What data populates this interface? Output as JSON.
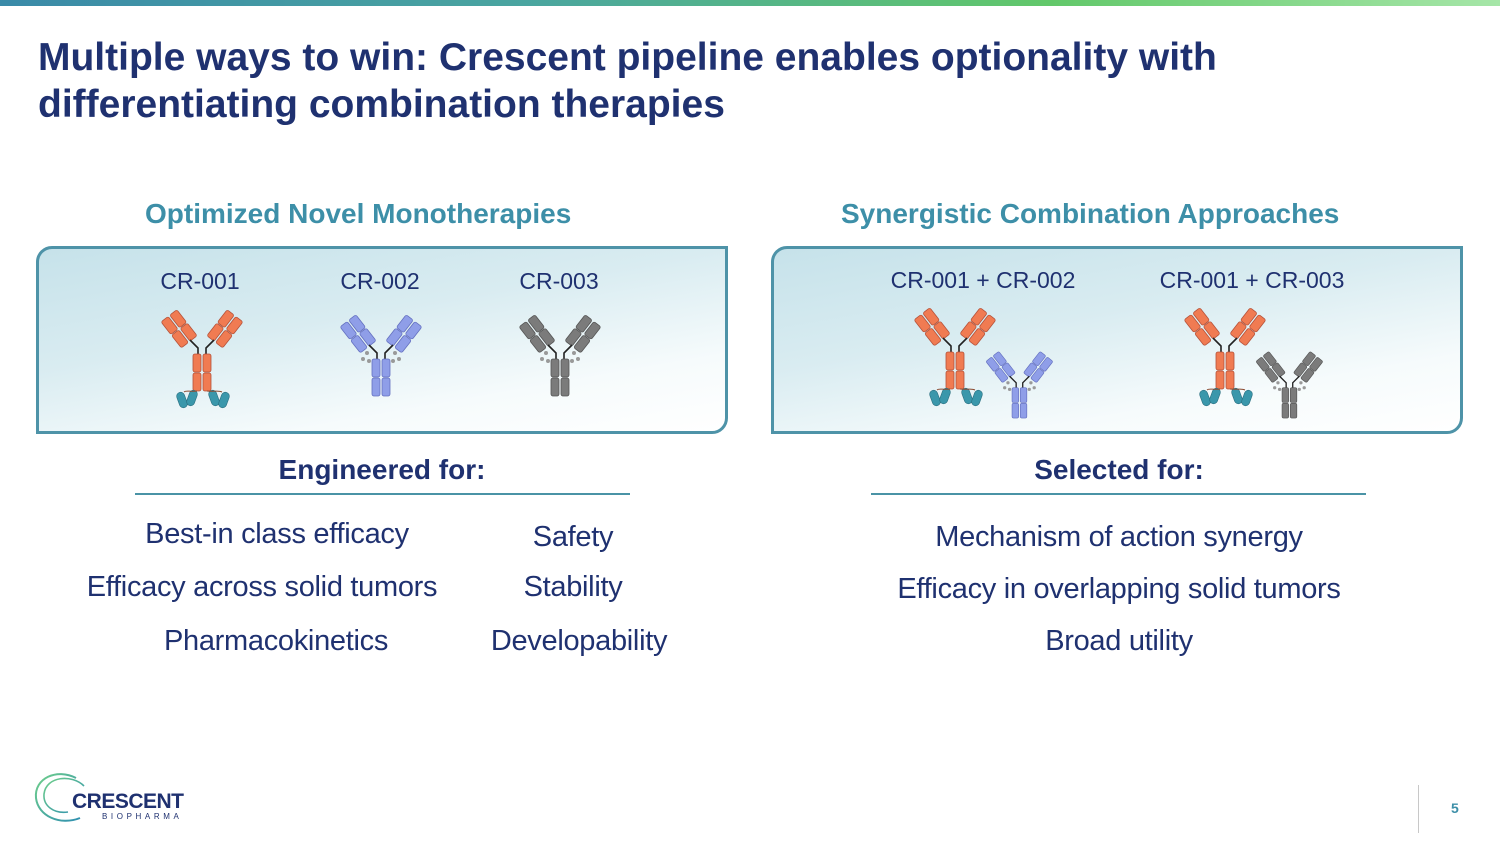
{
  "slide": {
    "title": "Multiple ways to win: Crescent pipeline enables optionality with differentiating combination therapies",
    "page_number": "5"
  },
  "colors": {
    "navy": "#1f3170",
    "teal": "#3d8fa8",
    "orange": "#f07b52",
    "periwinkle": "#8f9ee8",
    "gray": "#7b7b7b",
    "domain_teal": "#3a97ab"
  },
  "left": {
    "heading": "Optimized Novel Monotherapies",
    "drugs": [
      {
        "label": "CR-001",
        "icon": "antibody-orange-icon"
      },
      {
        "label": "CR-002",
        "icon": "antibody-blue-icon"
      },
      {
        "label": "CR-003",
        "icon": "antibody-gray-icon"
      }
    ],
    "subheading": "Engineered for:",
    "items_col1": [
      "Best-in class efficacy",
      "Efficacy across solid tumors",
      "Pharmacokinetics"
    ],
    "items_col2": [
      "Safety",
      "Stability",
      "Developability"
    ]
  },
  "right": {
    "heading": "Synergistic Combination Approaches",
    "combos": [
      {
        "label": "CR-001 + CR-002"
      },
      {
        "label": "CR-001 + CR-003"
      }
    ],
    "subheading": "Selected for:",
    "items": [
      "Mechanism of action synergy",
      "Efficacy in overlapping solid tumors",
      "Broad utility"
    ]
  },
  "logo": {
    "name": "CRESCENT",
    "sub": "BIOPHARMA"
  }
}
